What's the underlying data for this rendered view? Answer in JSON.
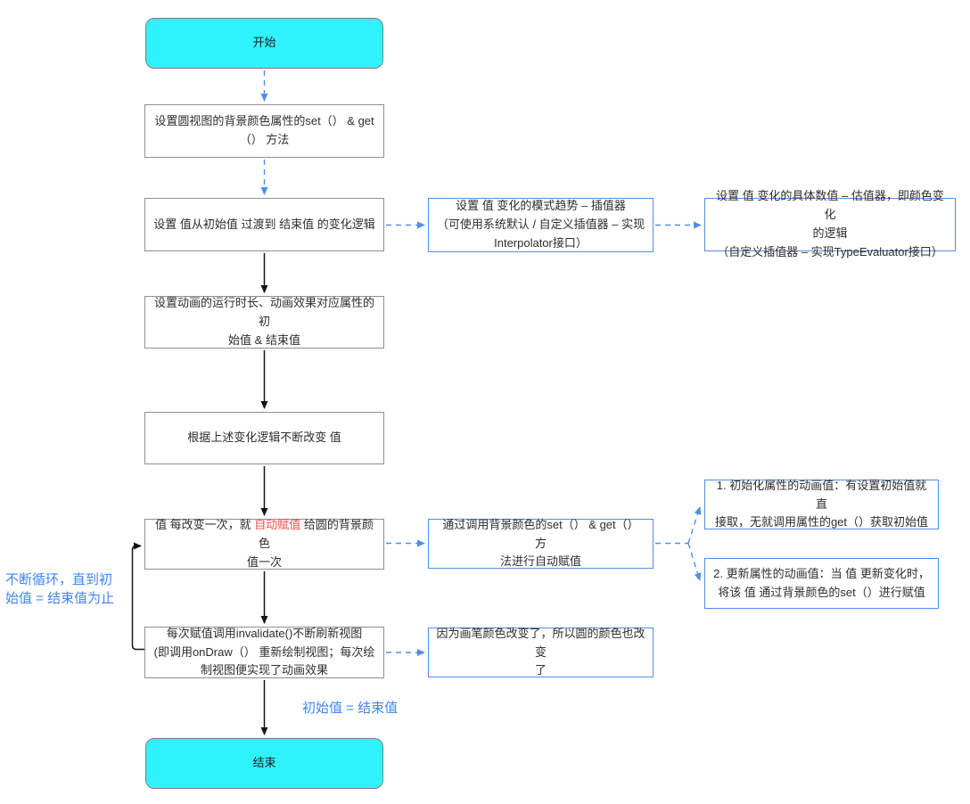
{
  "colors": {
    "terminal_fill": "#2ff3fa",
    "accent_blue": "#4f8fe6",
    "note_blue": "#4285f4",
    "highlight_red": "#fa4b4b",
    "box_border_gray": "#8f8f8f",
    "arrow_black": "#141414"
  },
  "nodes": {
    "start": {
      "label": "开始"
    },
    "set_get_method": {
      "text": "设置圆视图的背景颜色属性的set（） & get\n（） 方法"
    },
    "change_logic": {
      "text": "设置 值从初始值 过渡到 结束值 的变化逻辑"
    },
    "interpolator": {
      "text": "设置 值 变化的模式趋势 – 插值器\n（可使用系统默认 / 自定义插值器 – 实现\nInterpolator接口）"
    },
    "evaluator": {
      "text": "设置 值 变化的具体数值 – 估值器，即颜色变化\n的逻辑\n（自定义插值器 – 实现TypeEvaluator接口）"
    },
    "duration": {
      "text": "设置动画的运行时长、动画效果对应属性的初\n始值 & 结束值"
    },
    "keep_changing": {
      "text": "根据上述变化逻辑不断改变 值"
    },
    "auto_assign": {
      "prefix": "值 每改变一次，就 ",
      "highlight": "自动赋值",
      "suffix": " 给圆的背景颜色\n值一次"
    },
    "set_get_call": {
      "text": "通过调用背景颜色的set（） & get（） 方\n法进行自动赋值"
    },
    "init_anim_value": {
      "text": "1. 初始化属性的动画值：有设置初始值就直\n接取，无就调用属性的get（）获取初始值"
    },
    "update_anim_value": {
      "text": "2. 更新属性的动画值：当 值 更新变化时，\n将该 值 通过背景颜色的set（）进行赋值"
    },
    "invalidate": {
      "text": "每次赋值调用invalidate()不断刷新视图\n(即调用onDraw（） 重新绘制视图；每次绘\n制视图便实现了动画效果"
    },
    "color_changed": {
      "text": "因为画笔颜色改变了，所以圆的颜色也改变\n了"
    },
    "end": {
      "label": "结束"
    }
  },
  "annotations": {
    "loop_note": "不断循环，直到初\n始值 = 结束值为止",
    "equal_note": "初始值 = 结束值"
  }
}
